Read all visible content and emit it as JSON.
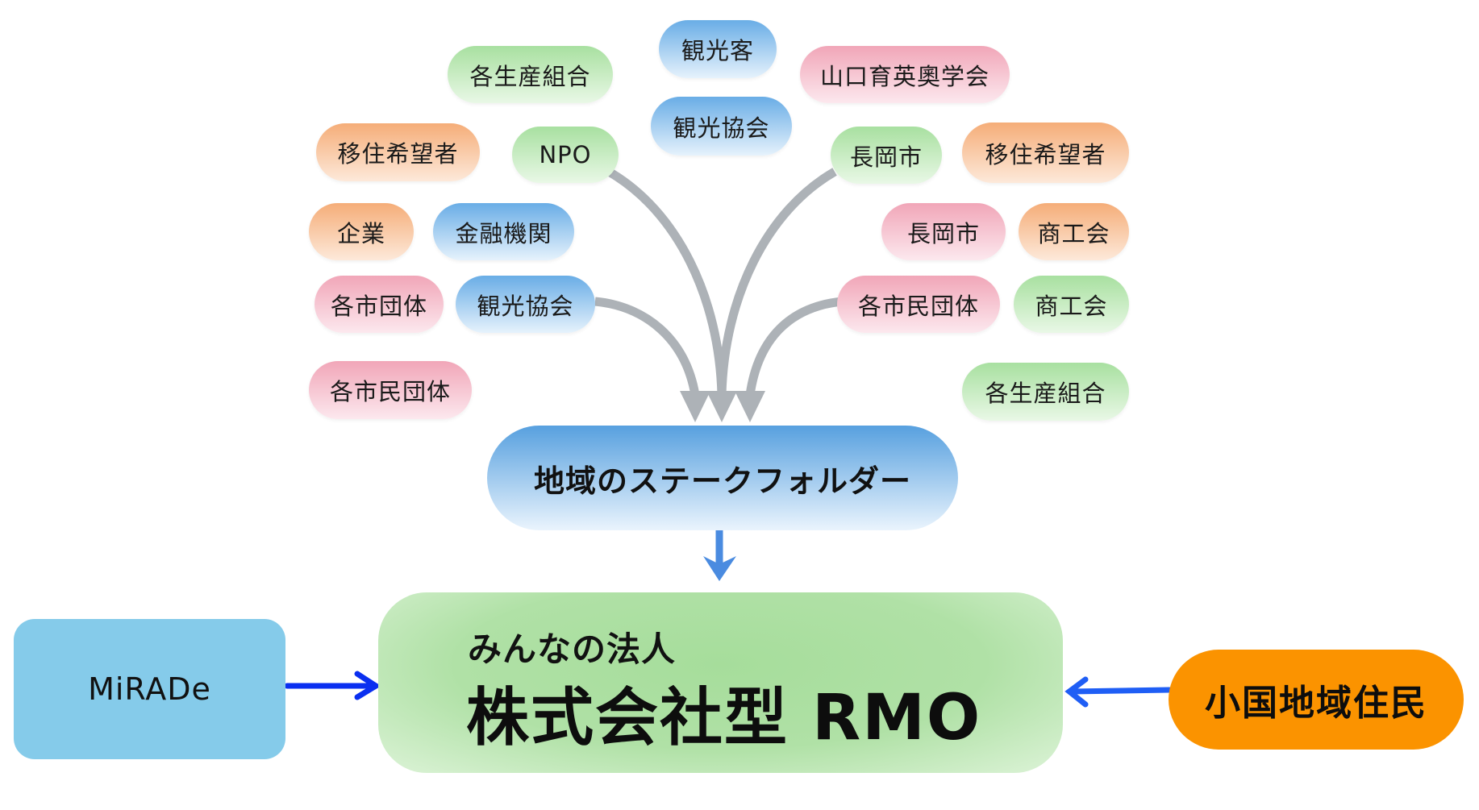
{
  "diagram": {
    "stakeholder_pills": [
      {
        "id": "kakuseisan-top",
        "label": "各生産組合",
        "color": "green"
      },
      {
        "id": "kankokyaku",
        "label": "観光客",
        "color": "blue"
      },
      {
        "id": "yamaguchi-ikuei",
        "label": "山口育英奧学会",
        "color": "pink"
      },
      {
        "id": "iju-left",
        "label": "移住希望者",
        "color": "orange"
      },
      {
        "id": "npo",
        "label": "NPO",
        "color": "green"
      },
      {
        "id": "kanko-kyokai-top",
        "label": "観光協会",
        "color": "blue"
      },
      {
        "id": "nagaoka-green",
        "label": "長岡市",
        "color": "green"
      },
      {
        "id": "iju-right",
        "label": "移住希望者",
        "color": "orange"
      },
      {
        "id": "kigyo",
        "label": "企業",
        "color": "orange"
      },
      {
        "id": "kinyu",
        "label": "金融機関",
        "color": "blue"
      },
      {
        "id": "nagaoka-pink",
        "label": "長岡市",
        "color": "pink"
      },
      {
        "id": "shokokai-orange",
        "label": "商工会",
        "color": "orange"
      },
      {
        "id": "kakushi-dantai",
        "label": "各市団体",
        "color": "pink"
      },
      {
        "id": "kanko-kyokai-mid",
        "label": "観光協会",
        "color": "blue"
      },
      {
        "id": "kakushimin-right",
        "label": "各市民団体",
        "color": "pink"
      },
      {
        "id": "shokokai-green",
        "label": "商工会",
        "color": "green"
      },
      {
        "id": "kakushimin-left",
        "label": "各市民団体",
        "color": "pink"
      },
      {
        "id": "kakuseisan-bottom",
        "label": "各生産組合",
        "color": "green"
      }
    ],
    "stakeholder_group": {
      "label": "地域のステークフォルダー"
    },
    "core": {
      "subtitle": "みんなの法人",
      "title": "株式会社型 RMO"
    },
    "left_partner": {
      "label": "MiRADe"
    },
    "right_partner": {
      "label": "小国地域住民"
    },
    "colors": {
      "curve_arrow": "#adb2b7",
      "down_arrow": "#4a8be0",
      "side_arrow_left": "#0a2ff0",
      "side_arrow_right": "#1f5ef5",
      "mirade_fill": "#85cbea",
      "residents_fill": "#fb9300",
      "core_fill": "#a6dd9b"
    }
  }
}
